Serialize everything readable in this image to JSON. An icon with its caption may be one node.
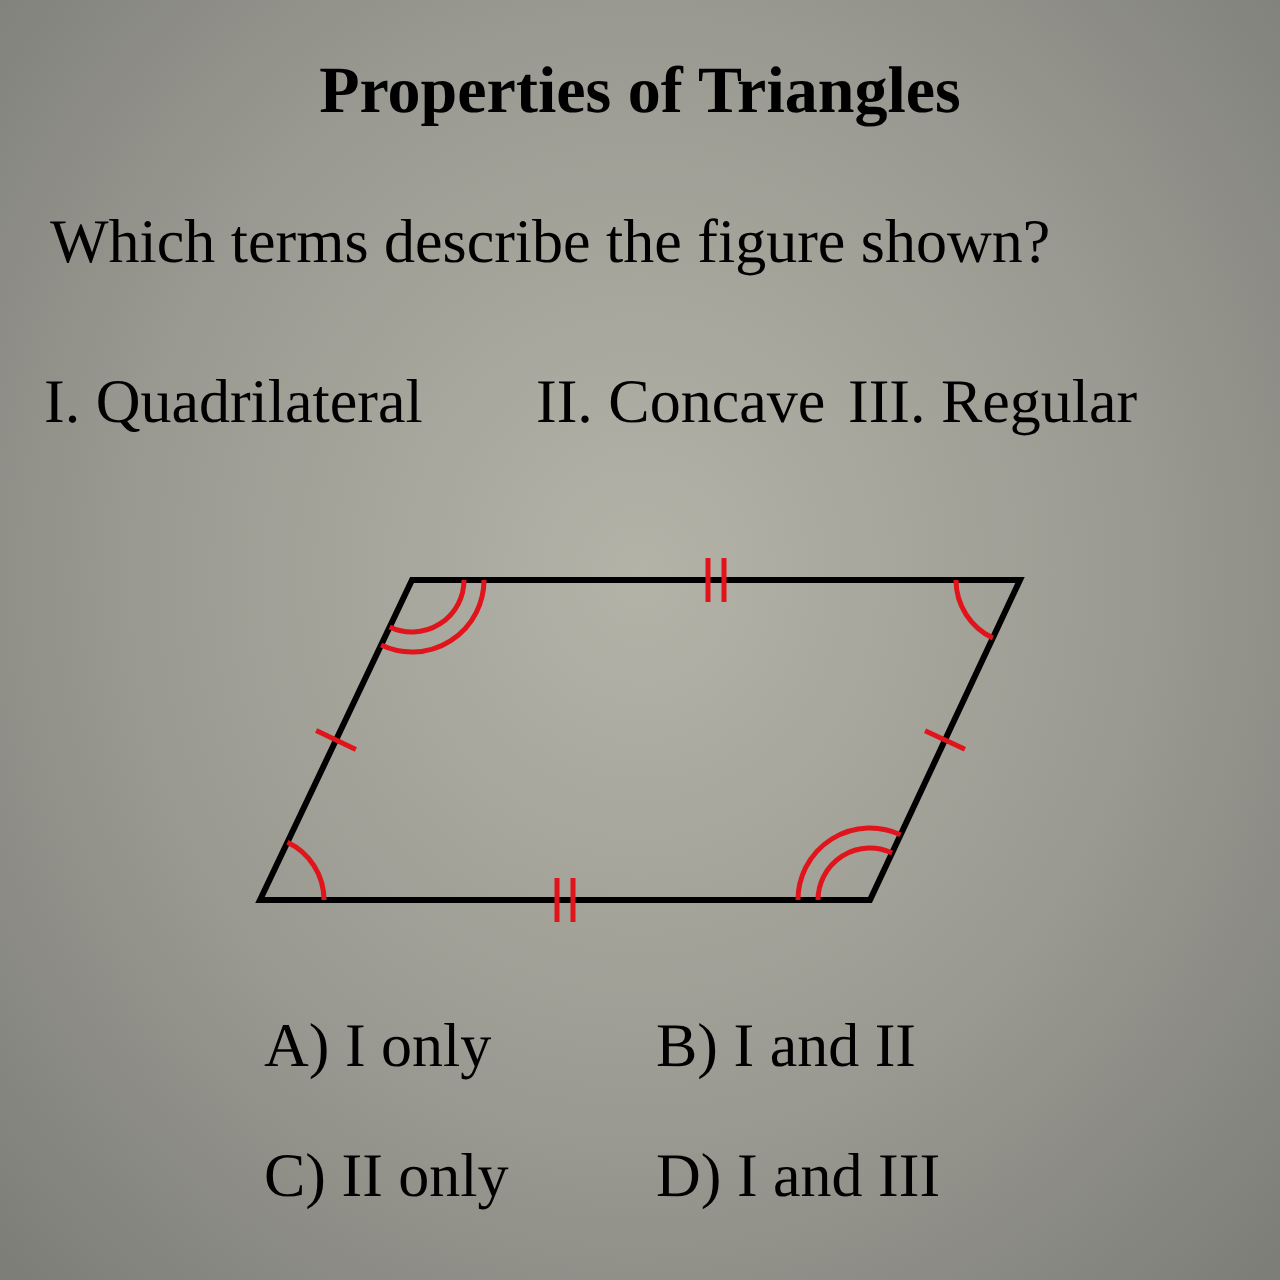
{
  "diagram": {
    "title": "Properties of Triangles",
    "labels": [
      "Which terms describe the figure shown?",
      "I. Quadrilateral",
      "II. Concave",
      "III. Regular",
      "A) I only",
      "B) I and II",
      "C) II only",
      "D) I and III"
    ]
  }
}
